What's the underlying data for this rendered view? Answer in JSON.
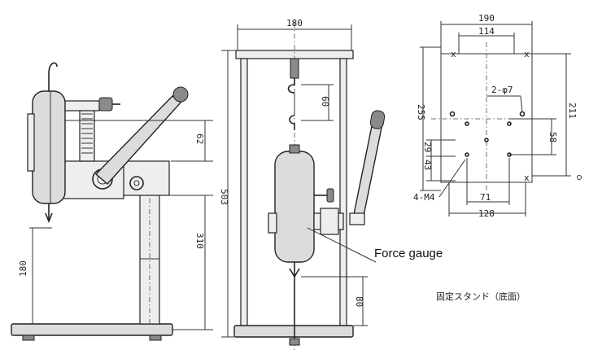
{
  "callout": {
    "force_gauge": "Force gauge"
  },
  "caption": "固定スタンド（底面）",
  "side_view": {
    "dim_62": "62",
    "dim_310": "310",
    "dim_180": "180"
  },
  "front_view": {
    "dim_width": "180",
    "dim_height": "503",
    "dim_60": "60",
    "dim_80": "80"
  },
  "base_view": {
    "dim_190": "190",
    "dim_114": "114",
    "dim_2_97": "2-φ7",
    "dim_255": "255",
    "dim_211": "211",
    "dim_29": "29",
    "dim_43": "43",
    "dim_58": "58",
    "dim_71": "71",
    "dim_128": "128",
    "dim_4_m4": "4-M4"
  }
}
